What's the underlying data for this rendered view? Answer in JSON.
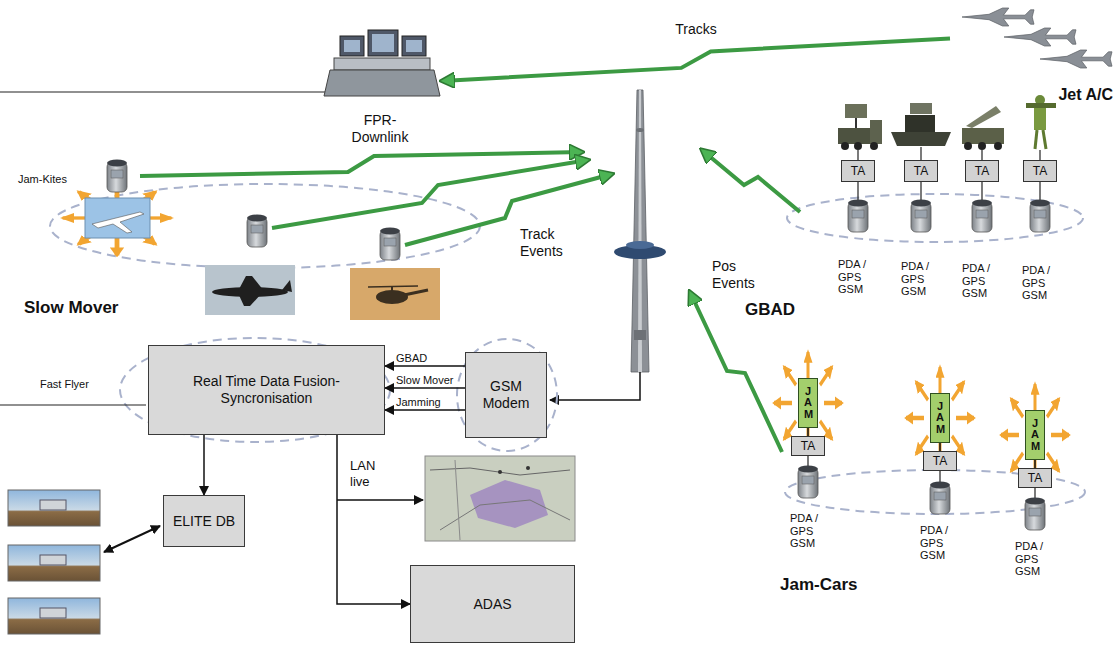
{
  "diagram": {
    "nodes": [
      {
        "text": [
          "FPR-Downlink"
        ]
      },
      {
        "text": [
          "Jet A/C"
        ]
      },
      {
        "text": [
          "TA"
        ]
      },
      {
        "text": [
          "TA"
        ]
      },
      {
        "text": [
          "TA"
        ]
      },
      {
        "text": [
          "TA"
        ]
      },
      {
        "text": [
          "Real Time Data Fusion-Syncronisation"
        ]
      },
      {
        "text": [
          "GSM Modem"
        ]
      },
      {
        "text": [
          "JAM"
        ]
      },
      {
        "text": [
          "TA"
        ]
      },
      {
        "text": [
          "JAM"
        ]
      },
      {
        "text": [
          "TA"
        ]
      },
      {
        "text": [
          "JAM"
        ]
      },
      {
        "text": [
          "TA"
        ]
      },
      {
        "text": [
          "ELITE DB"
        ]
      },
      {
        "text": [
          "ADAS"
        ]
      }
    ],
    "edges": [
      {
        "from": 1,
        "to": 0,
        "arrow": "to",
        "label": "Tracks"
      },
      {
        "from": 7,
        "to": 6,
        "arrow": "to",
        "label": "GBAD"
      },
      {
        "from": 7,
        "to": 6,
        "arrow": "to",
        "label": "Slow Mover"
      },
      {
        "from": 7,
        "to": 6,
        "arrow": "to",
        "label": "Jamming"
      },
      {
        "from": 6,
        "to": 14,
        "arrow": "to"
      },
      {
        "from": 6,
        "to": 15,
        "arrow": "to"
      },
      {
        "from": 8,
        "to": 9,
        "arrow": "none"
      },
      {
        "from": 10,
        "to": 11,
        "arrow": "none"
      },
      {
        "from": 12,
        "to": 13,
        "arrow": "none"
      }
    ],
    "labels": [
      "Jam-Kites",
      "Track Events",
      "Pos Events",
      "Slow Mover",
      "GBAD",
      "PDA / GPS GSM",
      "PDA / GPS GSM",
      "PDA / GPS GSM",
      "PDA / GPS GSM",
      "Fast Flyer",
      "LAN live",
      "PDA / GPS GSM",
      "PDA / GPS GSM",
      "PDA / GPS GSM",
      "Jam-Cars"
    ]
  }
}
